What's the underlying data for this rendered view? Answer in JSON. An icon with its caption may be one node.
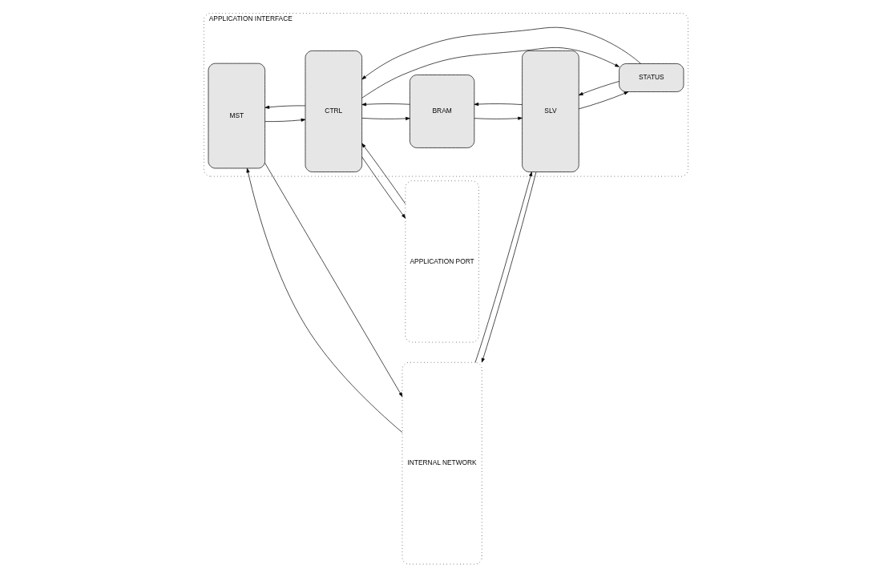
{
  "diagram": {
    "nodes": [
      {
        "text": [
          "APPLICATION INTERFACE"
        ]
      },
      {
        "text": [
          "MST"
        ],
        "in": 0
      },
      {
        "text": [
          "CTRL"
        ],
        "in": 0
      },
      {
        "text": [
          "STATUS"
        ],
        "in": 0
      },
      {
        "text": [
          "BRAM"
        ],
        "in": 0
      },
      {
        "text": [
          "SLV"
        ],
        "in": 0
      },
      {
        "text": [
          "APPLICATION PORT"
        ]
      },
      {
        "text": [
          "INTERNAL NETWORK"
        ]
      }
    ],
    "edges": [
      {
        "from": 2,
        "to": 1,
        "arrow": "to"
      },
      {
        "from": 1,
        "to": 2,
        "arrow": "to"
      },
      {
        "from": 1,
        "to": 7,
        "arrow": "to"
      },
      {
        "from": 7,
        "to": 1,
        "arrow": "to"
      },
      {
        "from": 2,
        "to": 3,
        "arrow": "to"
      },
      {
        "from": 3,
        "to": 2,
        "arrow": "to"
      },
      {
        "from": 5,
        "to": 3,
        "arrow": "to"
      },
      {
        "from": 3,
        "to": 5,
        "arrow": "to"
      },
      {
        "from": 6,
        "to": 2,
        "arrow": "to"
      },
      {
        "from": 2,
        "to": 6,
        "arrow": "to"
      },
      {
        "from": 2,
        "to": 4,
        "arrow": "to"
      },
      {
        "from": 4,
        "to": 2,
        "arrow": "to"
      },
      {
        "from": 5,
        "to": 4,
        "arrow": "to"
      },
      {
        "from": 4,
        "to": 5,
        "arrow": "to"
      },
      {
        "from": 5,
        "to": 7,
        "arrow": "to"
      },
      {
        "from": 7,
        "to": 5,
        "arrow": "to"
      }
    ]
  }
}
